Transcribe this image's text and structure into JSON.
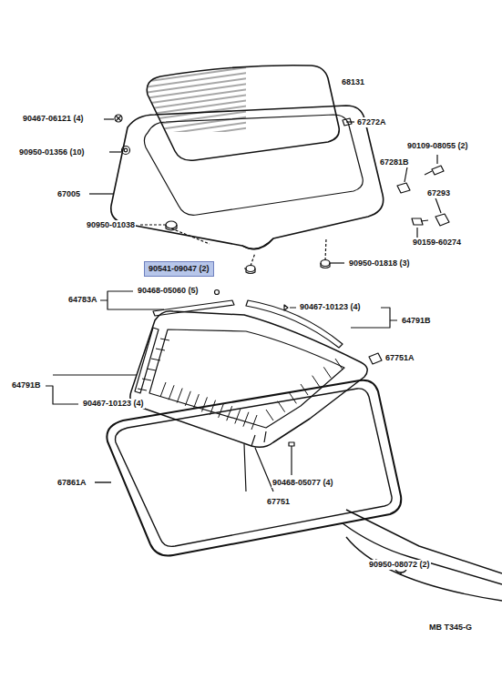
{
  "diagram": {
    "nodes": [
      {
        "text": [
          "90541-09047 (2)"
        ]
      }
    ],
    "labels": [
      "68131",
      "90467-06121 (4)",
      "67272A",
      "90950-01356 (10)",
      "90109-08055 (2)",
      "67281B",
      "67005",
      "67293",
      "90950-01038",
      "90159-60274",
      "90950-01818 (3)",
      "64783A",
      "90468-05060 (5)",
      "90467-10123 (4)",
      "64791B",
      "67751A",
      "64791B",
      "90467-10123 (4)",
      "67861A",
      "90468-05077 (4)",
      "67751",
      "90950-08072 (2)",
      "MB T345-G"
    ]
  }
}
